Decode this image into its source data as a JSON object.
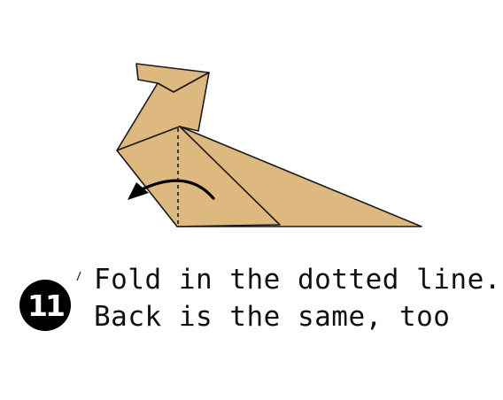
{
  "step": {
    "number": "11"
  },
  "instructions": [
    "Fold in the dotted line.",
    "Back is the same, too"
  ],
  "colors": {
    "paper": "#deb97f",
    "outline": "#1a1a1a",
    "badge": "#000000",
    "badge_text": "#ffffff"
  },
  "icons": {
    "fold_arrow": "curved-arrow-left-icon",
    "fold_line": "dotted-fold-line"
  }
}
